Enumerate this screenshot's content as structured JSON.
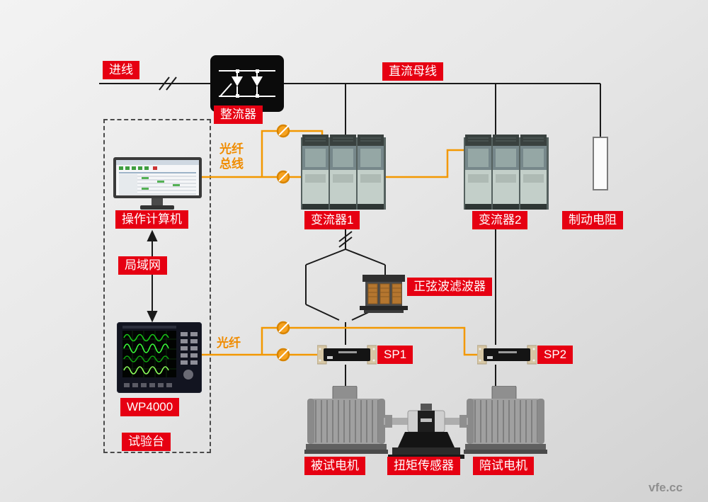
{
  "labels": {
    "incoming": "进线",
    "rectifier": "整流器",
    "dc_bus": "直流母线",
    "fiber_bus": "光纤\n总线",
    "computer": "操作计算机",
    "lan": "局域网",
    "converter1": "变流器1",
    "converter2": "变流器2",
    "brake_resistor": "制动电阻",
    "sine_filter": "正弦波滤波器",
    "fiber": "光纤",
    "analyzer": "WP4000",
    "test_bench": "试验台",
    "sp1": "SP1",
    "sp2": "SP2",
    "motor_under_test": "被试电机",
    "torque_sensor": "扭矩传感器",
    "companion_motor": "陪试电机"
  },
  "watermark": "vfe.cc",
  "colors": {
    "label_bg": "#e60012",
    "label_fg": "#ffffff",
    "power_wire": "#1a1a1a",
    "fiber_wire": "#f39800"
  }
}
